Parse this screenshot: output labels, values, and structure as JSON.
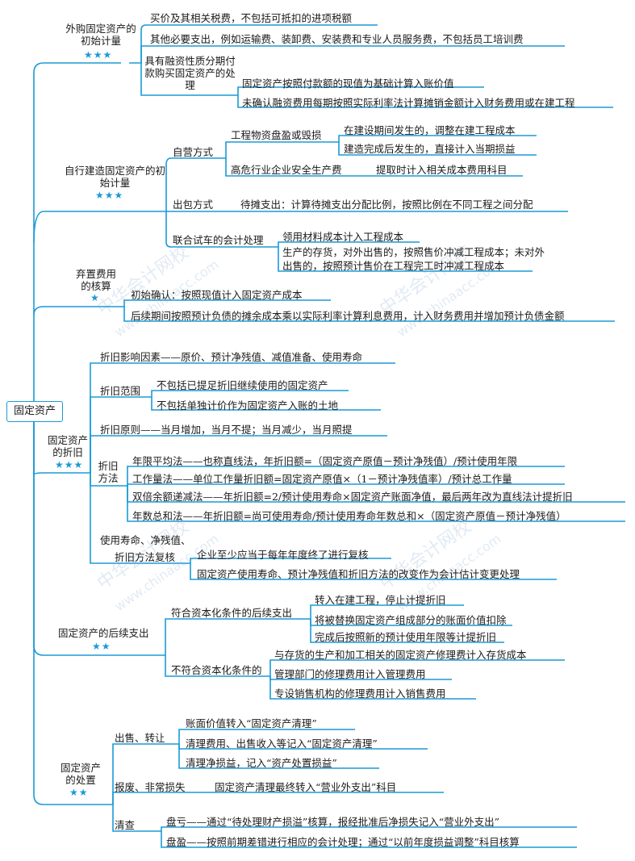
{
  "root": "固定资产",
  "stars3": "★★★",
  "stars2": "★★",
  "stars1": "★",
  "s1": {
    "title": "外购固定资产的初始计量",
    "i1": "买价及其相关税费，不包括可抵扣的进项税额",
    "i2": "其他必要支出，例如运输费、装卸费、安装费和专业人员服务费，不包括员工培训费",
    "i3": "具有融资性质分期付款购买固定资产的处理",
    "i3a": "固定资产按照付款额的现值为基础计算入账价值",
    "i3b": "未确认融资费用每期按照实际利率法计算摊销金额计入财务费用或在建工程"
  },
  "s2": {
    "title": "自行建造固定资产的初始计量",
    "self": "自营方式",
    "loss": "工程物资盘盈或毁损",
    "loss_a": "在建设期间发生的，调整在建工程成本",
    "loss_b": "建造完成后发生的，直接计入当期损益",
    "safety": "高危行业企业安全生产费",
    "safety_a": "提取时计入相关成本费用科目",
    "outsource": "出包方式",
    "outsource_a": "待摊支出：计算待摊支出分配比例，按照比例在不同工程之间分配",
    "trial": "联合试车的会计处理",
    "trial_a": "领用材料成本计入工程成本",
    "trial_b1": "生产的存货，对外出售的，按照售价冲减工程成本；未对外",
    "trial_b2": "出售的，按照预计售价在工程完工时冲减工程成本"
  },
  "s3": {
    "title": "弃置费用的核算",
    "a": "初始确认：按照现值计入固定资产成本",
    "b": "后续期间按照预计负债的摊余成本乘以实际利率计算利息费用，计入财务费用并增加预计负债金额"
  },
  "s4": {
    "title": "固定资产的折旧",
    "factors": "折旧影响因素——原价、预计净残值、减值准备、使用寿命",
    "scope": "折旧范围",
    "scope_a": "不包括已提足折旧继续使用的固定资产",
    "scope_b": "不包括单独计价作为固定资产入账的土地",
    "principle": "折旧原则——当月增加，当月不提；当月减少，当月照提",
    "method": "折旧方法",
    "m1": "年限平均法——也称直线法，年折旧额=（固定资产原值－预计净残值）/预计使用年限",
    "m2": "工作量法——单位工作量折旧额=固定资产原值×（1－预计净残值率）/预计总工作量",
    "m3": "双倍余额递减法——年折旧额=2/预计使用寿命×固定资产账面净值，最后两年改为直线法计提折旧",
    "m4": "年数总和法——年折旧额=尚可使用寿命/预计使用寿命年数总和×（固定资产原值－预计净残值）",
    "review1": "使用寿命、净残值、",
    "review2": "折旧方法复核",
    "review_a": "企业至少应当于每年年度终了进行复核",
    "review_b": "固定资产使用寿命、预计净残值和折旧方法的改变作为会计估计变更处理"
  },
  "s5": {
    "title": "固定资产的后续支出",
    "cap": "符合资本化条件的后续支出",
    "cap_a": "转入在建工程，停止计提折旧",
    "cap_b": "将被替换固定资产组成部分的账面价值扣除",
    "cap_c": "完成后按照新的预计使用年限等计提折旧",
    "noncap": "不符合资本化条件的",
    "noncap_a": "与存货的生产和加工相关的固定资产修理费计入存货成本",
    "noncap_b": "管理部门的修理费用计入管理费用",
    "noncap_c": "专设销售机构的修理费用计入销售费用"
  },
  "s6": {
    "title": "固定资产的处置",
    "sale": "出售、转让",
    "sale_a": "账面价值转入“固定资产清理”",
    "sale_b": "清理费用、出售收入等记入“固定资产清理”",
    "sale_c": "清理净损益，记入“资产处置损益”",
    "scrap": "报废、非常损失",
    "scrap_a": "固定资产清理最终转入“营业外支出”科目",
    "check": "清查",
    "check_a": "盘亏——通过“待处理财产损溢”核算，报经批准后净损失记入“营业外支出”",
    "check_b": "盘盈——按照前期差错进行相应的会计处理；通过“以前年度损益调整”科目核算"
  },
  "watermark": {
    "cn": "中华会计网校",
    "url": "www.chinaacc.com"
  },
  "line_color": "#1b9ad6"
}
